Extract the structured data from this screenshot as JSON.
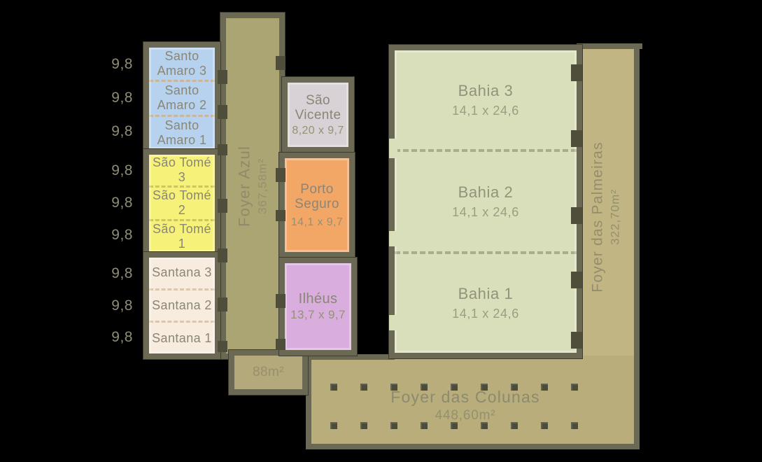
{
  "side_labels": {
    "values": [
      "9,8",
      "9,8",
      "9,8",
      "9,8",
      "9,8",
      "9,8",
      "9,8",
      "9,8",
      "9,8"
    ]
  },
  "foyers": {
    "azul": {
      "name": "Foyer Azul",
      "area": "367,58m²"
    },
    "palmeiras": {
      "name": "Foyer das Palmeiras",
      "area": "322,70m²"
    },
    "colunas": {
      "name": "Foyer das Colunas",
      "area": "448,60m²"
    },
    "small_area": "88m²"
  },
  "room_groups": {
    "santo_amaro": {
      "fill": "#b7d2ee",
      "rooms": [
        {
          "line1": "Santo",
          "line2": "Amaro 3"
        },
        {
          "line1": "Santo",
          "line2": "Amaro 2"
        },
        {
          "line1": "Santo",
          "line2": "Amaro 1"
        }
      ]
    },
    "sao_tome": {
      "fill": "#f6f178",
      "rooms": [
        {
          "line1": "São Tomé",
          "line2": "3"
        },
        {
          "line1": "São Tomé",
          "line2": "2"
        },
        {
          "line1": "São Tomé",
          "line2": "1"
        }
      ]
    },
    "santana": {
      "fill": "#f8ecdf",
      "rooms": [
        {
          "name": "Santana 3"
        },
        {
          "name": "Santana 2"
        },
        {
          "name": "Santana 1"
        }
      ]
    },
    "bahia": {
      "fill": "#d9dfbb",
      "rooms": [
        {
          "name": "Bahia 3",
          "dims": "14,1 x 24,6"
        },
        {
          "name": "Bahia 2",
          "dims": "14,1 x 24,6"
        },
        {
          "name": "Bahia 1",
          "dims": "14,1 x 24,6"
        }
      ]
    }
  },
  "rooms": {
    "sao_vicente": {
      "line1": "São",
      "line2": "Vicente",
      "dims": "8,20 x 9,7",
      "fill": "#d8d1d6"
    },
    "porto_seguro": {
      "line1": "Porto",
      "line2": "Seguro",
      "dims": "14,1 x 9,7",
      "fill": "#f3a767"
    },
    "ilheus": {
      "name": "Ilhéus",
      "dims": "13,7 x 9,7",
      "fill": "#d9aede"
    }
  },
  "colors": {
    "background": "#000000",
    "wall": "#6b6953",
    "door": "#4f4e3b",
    "column": "#4c4c3a",
    "foyer_azul_fill": "#aba573",
    "foyer_palmeiras_fill": "#c1b583",
    "foyer_colunas_fill": "#b8ad7b",
    "label_text": "#8a8675"
  }
}
